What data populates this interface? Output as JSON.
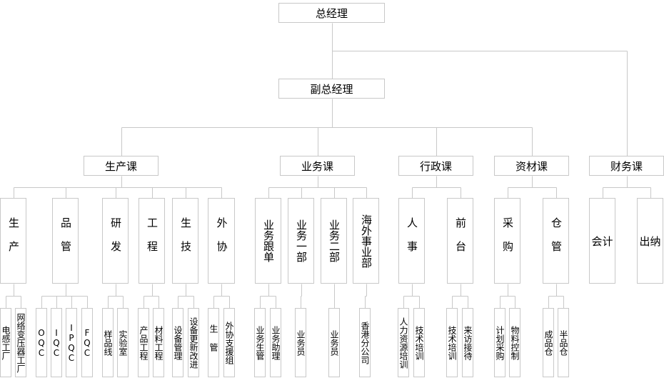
{
  "org": {
    "label": "总经理",
    "children": [
      {
        "label": "副总经理",
        "children": [
          {
            "label": "生产课",
            "children": [
              {
                "label": "生产",
                "children": [
                  {
                    "label": "电感工厂"
                  },
                  {
                    "label": "网络变压器工厂"
                  }
                ]
              },
              {
                "label": "品管",
                "children": [
                  {
                    "label": "OQC"
                  },
                  {
                    "label": "IQC"
                  },
                  {
                    "label": "IPQC"
                  },
                  {
                    "label": "FQC"
                  }
                ]
              },
              {
                "label": "研发",
                "children": [
                  {
                    "label": "样品线"
                  },
                  {
                    "label": "实验室"
                  }
                ]
              },
              {
                "label": "工程",
                "children": [
                  {
                    "label": "产品工程"
                  },
                  {
                    "label": "材料工程"
                  }
                ]
              },
              {
                "label": "生技",
                "children": [
                  {
                    "label": "设备管理"
                  },
                  {
                    "label": "设备更新改进"
                  }
                ]
              },
              {
                "label": "外协",
                "children": [
                  {
                    "label": "生管"
                  },
                  {
                    "label": "外协支援组"
                  }
                ]
              }
            ]
          },
          {
            "label": "业务课",
            "children": [
              {
                "label": "业务跟单",
                "children": [
                  {
                    "label": "业务生管"
                  },
                  {
                    "label": "业务助理"
                  }
                ]
              },
              {
                "label": "业务一部",
                "children": [
                  {
                    "label": "业务员"
                  }
                ]
              },
              {
                "label": "业务二部",
                "children": [
                  {
                    "label": "业务员"
                  }
                ]
              },
              {
                "label": "海外事业部",
                "children": [
                  {
                    "label": "香港分公司"
                  }
                ]
              }
            ]
          },
          {
            "label": "行政课",
            "children": [
              {
                "label": "人事",
                "children": [
                  {
                    "label": "人力资源培训"
                  },
                  {
                    "label": "技术培训"
                  }
                ]
              },
              {
                "label": "前台",
                "children": [
                  {
                    "label": "技术培训"
                  },
                  {
                    "label": "来访接待"
                  }
                ]
              }
            ]
          },
          {
            "label": "资材课",
            "children": [
              {
                "label": "采购",
                "children": [
                  {
                    "label": "计划采购"
                  },
                  {
                    "label": "物料控制"
                  }
                ]
              },
              {
                "label": "仓管",
                "children": [
                  {
                    "label": "成品仓"
                  },
                  {
                    "label": "半品仓"
                  }
                ]
              }
            ]
          }
        ]
      },
      {
        "label": "财务课",
        "children": [
          {
            "label": "会计"
          },
          {
            "label": "出纳"
          }
        ]
      }
    ]
  },
  "colors": {
    "line": "#c8c8c8",
    "border": "#c8c8c8",
    "text": "#000000"
  }
}
